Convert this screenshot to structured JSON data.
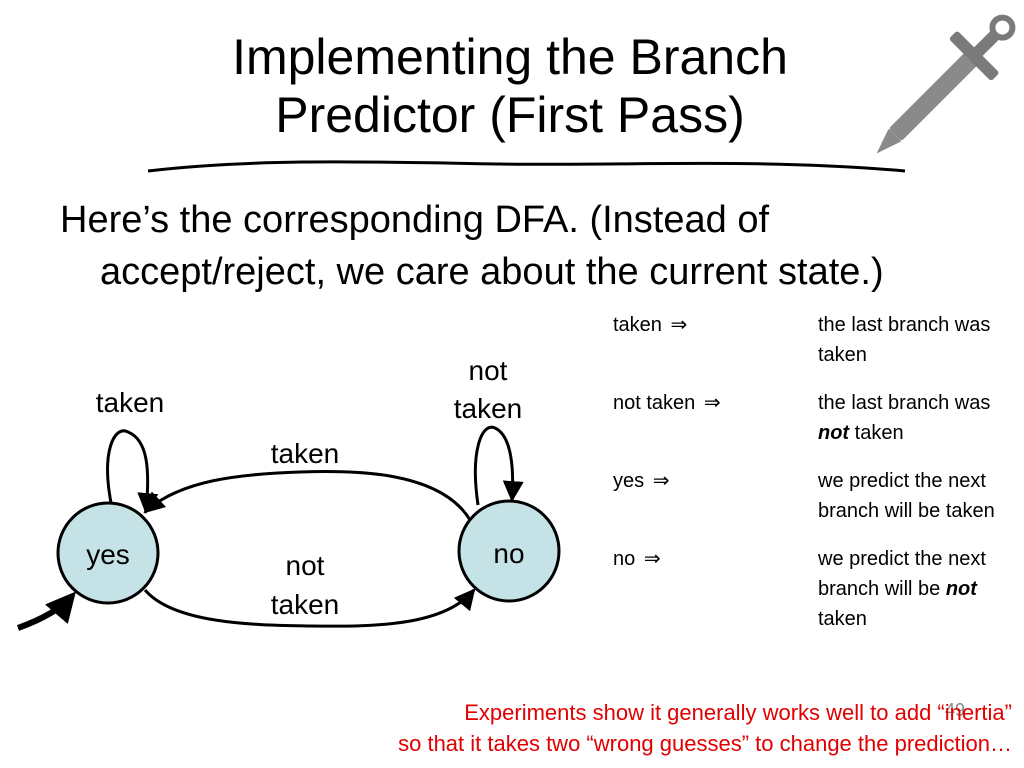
{
  "title": {
    "line1": "Implementing the Branch",
    "line2": "Predictor (First Pass)"
  },
  "body": "Here’s the corresponding DFA.  (Instead of accept/reject, we care about the current state.)",
  "legend": [
    {
      "key": "taken",
      "desc_pre": "the last branch was taken",
      "emph": "",
      "desc_post": ""
    },
    {
      "key": "not taken",
      "desc_pre": "the last branch was ",
      "emph": "not",
      "desc_post": " taken"
    },
    {
      "key": "yes",
      "desc_pre": "we predict the next branch will be taken",
      "emph": "",
      "desc_post": ""
    },
    {
      "key": "no",
      "desc_pre": "we predict the next branch will be ",
      "emph": "not",
      "desc_post": " taken"
    }
  ],
  "legend_arrow": "⇒",
  "diagram": {
    "state_yes": "yes",
    "state_no": "no",
    "self_loop_yes_label": "taken",
    "self_loop_no_label_1": "not",
    "self_loop_no_label_2": "taken",
    "edge_top_label": "taken",
    "edge_bottom_label_1": "not",
    "edge_bottom_label_2": "taken",
    "state_fill": "#c5e3e6"
  },
  "caption": {
    "line1": "Experiments show it generally works well to add “inertia”",
    "line2": "so that it takes two “wrong guesses” to change the prediction…",
    "color": "#e00000"
  },
  "slide_number": "49",
  "logo_icon": "sword-icon"
}
